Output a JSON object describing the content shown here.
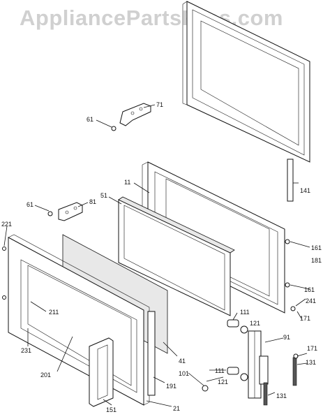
{
  "watermark": "AppliancePartsPros.com",
  "callouts": [
    "71",
    "61",
    "11",
    "51",
    "61",
    "81",
    "221",
    "141",
    "161",
    "181",
    "161",
    "241",
    "171",
    "111",
    "121",
    "91",
    "171",
    "211",
    "231",
    "201",
    "41",
    "111",
    "121",
    "101",
    "131",
    "191",
    "21",
    "151",
    "131"
  ]
}
